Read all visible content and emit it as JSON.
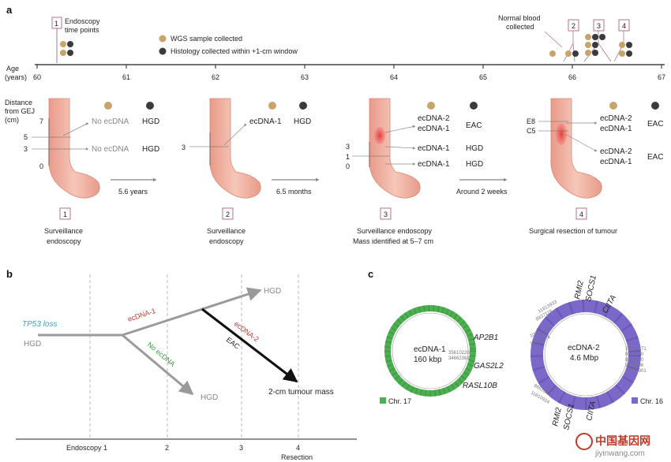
{
  "panel_a": {
    "label": "a",
    "legend": {
      "endoscopy_box": "1",
      "endoscopy_line1": "Endoscopy",
      "endoscopy_line2": "time points",
      "wgs": "WGS sample collected",
      "histology": "Histology collected within +1-cm window",
      "wgs_color": "#c9a46a",
      "histology_color": "#3b3b3b"
    },
    "normal_blood_line1": "Normal blood",
    "normal_blood_line2": "collected",
    "age_label_line1": "Age",
    "age_label_line2": "(years)",
    "ages": [
      "60",
      "61",
      "62",
      "63",
      "64",
      "65",
      "66",
      "67"
    ],
    "distance_line1": "Distance",
    "distance_line2": "from GEJ",
    "distance_line3": "(cm)",
    "timepoints": [
      "1",
      "2",
      "3",
      "4"
    ],
    "s1": {
      "ticks": [
        "7",
        "5",
        "3",
        "0"
      ],
      "rows": [
        {
          "label": "No ecDNA",
          "hist": "HGD"
        },
        {
          "label": "No ecDNA",
          "hist": "HGD"
        }
      ],
      "caption1": "Surveillance",
      "caption2": "endoscopy"
    },
    "s2": {
      "ticks": [
        "3"
      ],
      "rows": [
        {
          "label": "ecDNA-1",
          "hist": "HGD"
        }
      ],
      "caption1": "Surveillance",
      "caption2": "endoscopy"
    },
    "s3": {
      "ticks": [
        "3",
        "1",
        "0"
      ],
      "rows": [
        {
          "label": "ecDNA-2",
          "label2": "ecDNA-1",
          "hist": "EAC"
        },
        {
          "label": "ecDNA-1",
          "hist": "HGD"
        },
        {
          "label": "ecDNA-1",
          "hist": "HGD"
        }
      ],
      "caption1": "Surveillance endoscopy",
      "caption2": "Mass identified at 5–7 cm"
    },
    "s4": {
      "ticks": [
        "E8",
        "C5"
      ],
      "rows": [
        {
          "label": "ecDNA-2",
          "label2": "ecDNA-1",
          "hist": "EAC"
        },
        {
          "label": "ecDNA-2",
          "label2": "ecDNA-1",
          "hist": "EAC"
        }
      ],
      "caption1": "Surgical resection of tumour"
    },
    "intervals": [
      "5.6 years",
      "6.5 months",
      "Around 2 weeks"
    ]
  },
  "panel_b": {
    "label": "b",
    "tp53": "TP53 loss",
    "hgd_root": "HGD",
    "ecdna1": "ecDNA-1",
    "no_ecdna": "No ecDNA",
    "ecdna2": "ecDNA-2",
    "eac": "EAC",
    "hgd_top": "HGD",
    "hgd_bottom": "HGD",
    "mass": "2-cm tumour mass",
    "axis": [
      "Endoscopy 1",
      "2",
      "3",
      "4"
    ],
    "resection": "Resection"
  },
  "panel_c": {
    "label": "c",
    "ec1": {
      "name": "ecDNA-1",
      "size": "160 kbp",
      "chr": "Chr. 17",
      "color": "#4caf50",
      "genes": [
        "AP2B1",
        "GAS2L2",
        "RASL10B"
      ],
      "coords": [
        "35610220",
        "34662361"
      ]
    },
    "ec2": {
      "name": "ecDNA-2",
      "size": "4.6 Mbp",
      "chr": "Chr. 16",
      "color": "#7b68c8",
      "genes_top": [
        "RMI2",
        "SOCS1",
        "CIITA"
      ],
      "genes_bottom": [
        "RMI2",
        "SOCS1",
        "CIITA"
      ],
      "coords_left": [
        "11813933",
        "8937118",
        "10382174",
        "10382174"
      ],
      "coords_right": [
        "10215871",
        "8555460",
        "8555460",
        "9464036",
        "10271901"
      ],
      "coords_bottom": [
        "8661391",
        "11810924"
      ]
    }
  },
  "watermark": {
    "cn": "中国基因网",
    "url": "jiyinwang.com"
  }
}
